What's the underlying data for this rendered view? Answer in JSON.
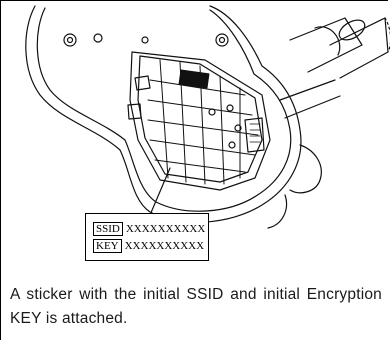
{
  "sticker": {
    "ssid_label": "SSID",
    "ssid_value": "XXXXXXXXXX",
    "key_label": "KEY",
    "key_value": "XXXXXXXXXX"
  },
  "caption": "A sticker with the initial SSID and initial Encryption KEY is attached."
}
